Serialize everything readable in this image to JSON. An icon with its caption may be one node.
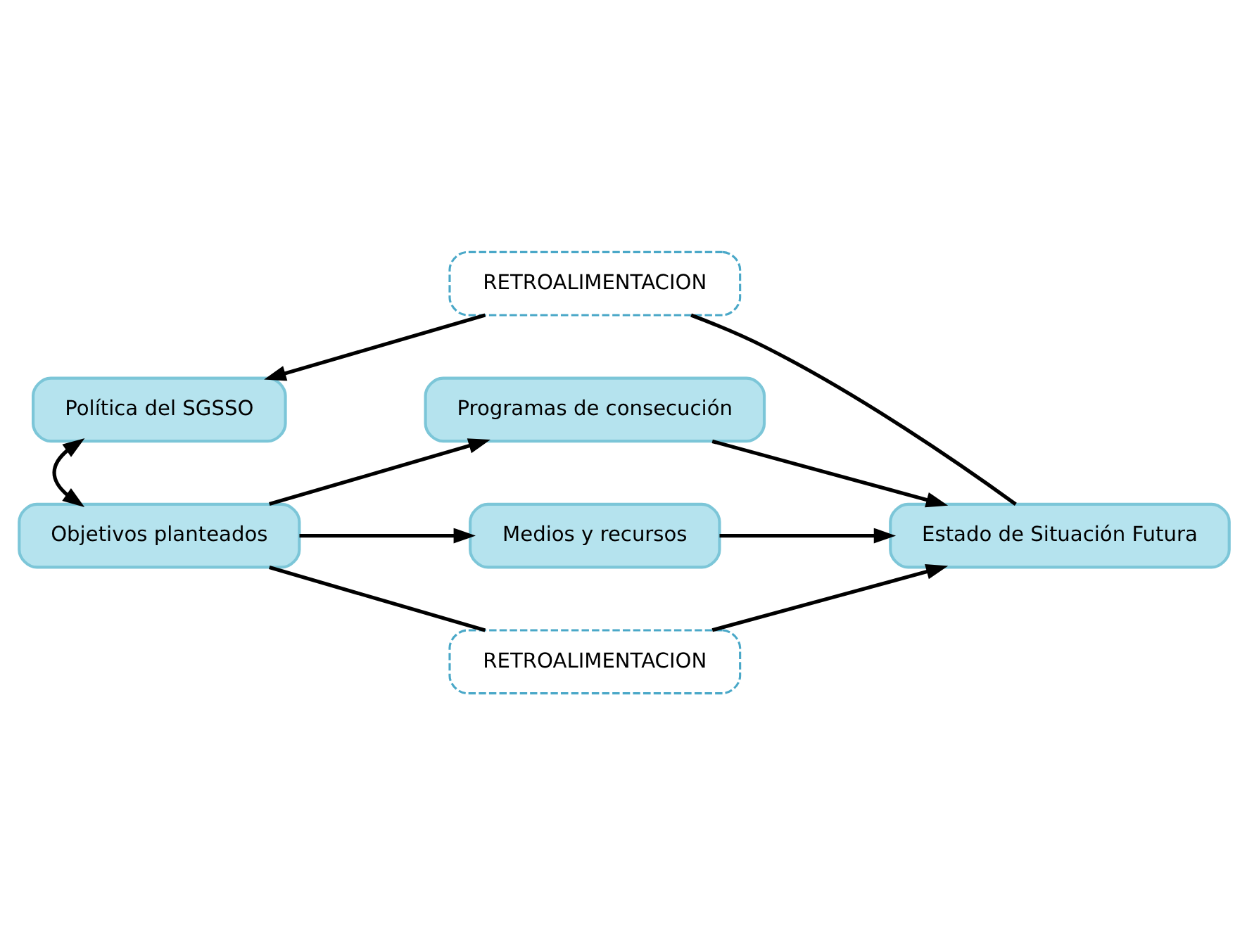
{
  "diagram": {
    "nodes": [
      {
        "text": [
          "Política del SGSSO"
        ]
      },
      {
        "text": [
          "Objetivos planteados"
        ]
      },
      {
        "text": [
          "Programas de consecución"
        ]
      },
      {
        "text": [
          "Medios y recursos"
        ]
      },
      {
        "text": [
          "Estado de Situación Futura"
        ]
      },
      {
        "text": [
          "RETROALIMENTACION"
        ]
      },
      {
        "text": [
          "RETROALIMENTACION"
        ]
      }
    ],
    "edges": [
      {
        "from": 0,
        "to": 1,
        "arrow": "both"
      },
      {
        "from": 1,
        "to": 2,
        "arrow": "to"
      },
      {
        "from": 1,
        "to": 3,
        "arrow": "to"
      },
      {
        "from": 2,
        "to": 4,
        "arrow": "to"
      },
      {
        "from": 3,
        "to": 4,
        "arrow": "to"
      },
      {
        "from": 4,
        "to": 5,
        "arrow": "none"
      },
      {
        "from": 5,
        "to": 0,
        "arrow": "to"
      },
      {
        "from": 1,
        "to": 6,
        "arrow": "none"
      },
      {
        "from": 6,
        "to": 4,
        "arrow": "to"
      }
    ]
  }
}
